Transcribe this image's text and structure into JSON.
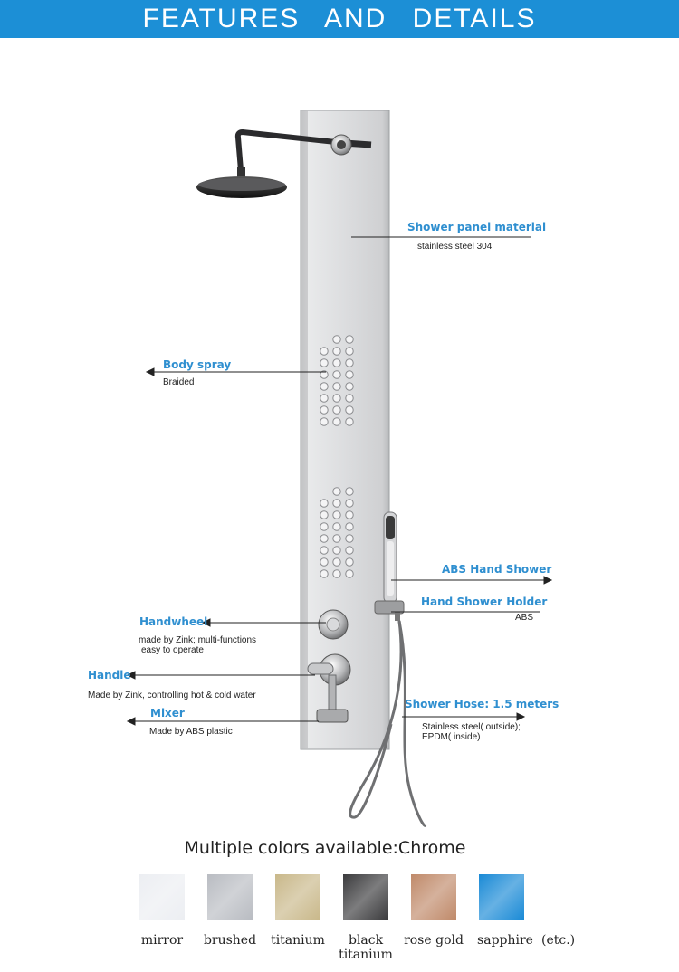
{
  "header": {
    "title": "FEATURES  AND  DETAILS"
  },
  "callouts": {
    "panel_material": {
      "label": "Shower panel material",
      "desc": "stainless steel 304"
    },
    "body_spray": {
      "label": "Body spray",
      "desc": "Braided"
    },
    "abs_hand_shower": {
      "label": "ABS Hand Shower"
    },
    "hand_shower_holder": {
      "label": "Hand Shower Holder",
      "desc": "ABS"
    },
    "handwheel": {
      "label": "Handwheel",
      "desc_line1": "made by Zink;  multi-functions",
      "desc_line2": "easy to operate"
    },
    "handle": {
      "label": "Handle",
      "desc": "Made by Zink, controlling hot & cold water"
    },
    "mixer": {
      "label": "Mixer",
      "desc": "Made by ABS plastic"
    },
    "shower_hose": {
      "label": "Shower Hose: 1.5 meters",
      "desc_line1": "Stainless steel( outside);",
      "desc_line2": "EPDM( inside)"
    }
  },
  "colors": {
    "heading": "Multiple colors available:Chrome",
    "etc": "(etc.)",
    "swatches": [
      {
        "name": "mirror",
        "color": "#eceef2"
      },
      {
        "name": "brushed",
        "color": "#b9bcc2"
      },
      {
        "name": "titanium",
        "color": "#c9b88a"
      },
      {
        "name": "black",
        "name2": "titanium",
        "color": "#3b3b3d"
      },
      {
        "name": "rose gold",
        "color": "#c08a6a"
      },
      {
        "name": "sapphire",
        "color": "#1a8ad6"
      }
    ]
  }
}
